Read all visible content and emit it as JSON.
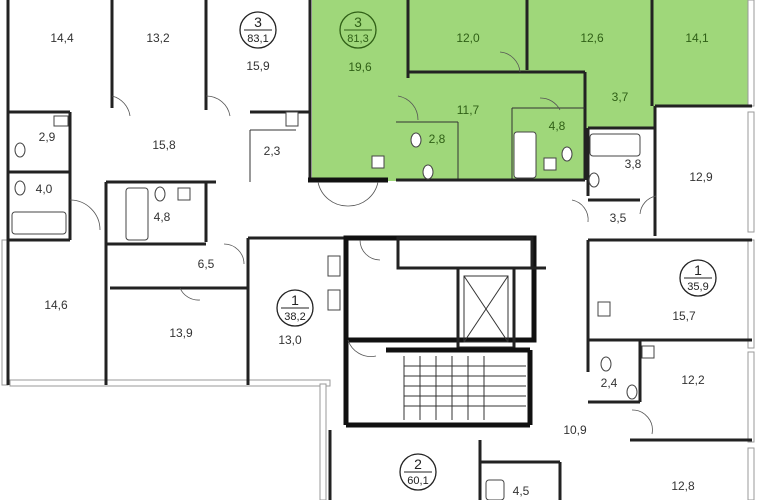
{
  "colors": {
    "selected_fill": "#9fd77a",
    "wall": "#222222",
    "label": "#333333",
    "selected_label": "#2f5f16"
  },
  "apartments": [
    {
      "rooms": "3",
      "area": "83,1",
      "selected": false
    },
    {
      "rooms": "3",
      "area": "81,3",
      "selected": true
    },
    {
      "rooms": "1",
      "area": "35,9",
      "selected": false
    },
    {
      "rooms": "1",
      "area": "38,2",
      "selected": false
    },
    {
      "rooms": "2",
      "area": "60,1",
      "selected": false
    }
  ],
  "rooms": [
    {
      "area": "14,4",
      "selected": false
    },
    {
      "area": "13,2",
      "selected": false
    },
    {
      "area": "15,9",
      "selected": false
    },
    {
      "area": "19,6",
      "selected": true
    },
    {
      "area": "12,0",
      "selected": true
    },
    {
      "area": "12,6",
      "selected": true
    },
    {
      "area": "14,1",
      "selected": true
    },
    {
      "area": "11,7",
      "selected": true
    },
    {
      "area": "3,7",
      "selected": true
    },
    {
      "area": "2,8",
      "selected": true
    },
    {
      "area": "4,8",
      "selected": true
    },
    {
      "area": "2,9",
      "selected": false
    },
    {
      "area": "15,8",
      "selected": false
    },
    {
      "area": "2,3",
      "selected": false
    },
    {
      "area": "4,0",
      "selected": false
    },
    {
      "area": "4,8",
      "selected": false
    },
    {
      "area": "6,5",
      "selected": false
    },
    {
      "area": "14,6",
      "selected": false
    },
    {
      "area": "13,9",
      "selected": false
    },
    {
      "area": "13,0",
      "selected": false
    },
    {
      "area": "3,8",
      "selected": false
    },
    {
      "area": "12,9",
      "selected": false
    },
    {
      "area": "3,5",
      "selected": false
    },
    {
      "area": "15,7",
      "selected": false
    },
    {
      "area": "2,4",
      "selected": false
    },
    {
      "area": "12,2",
      "selected": false
    },
    {
      "area": "10,9",
      "selected": false
    },
    {
      "area": "12,8",
      "selected": false
    },
    {
      "area": "4,5",
      "selected": false
    }
  ]
}
